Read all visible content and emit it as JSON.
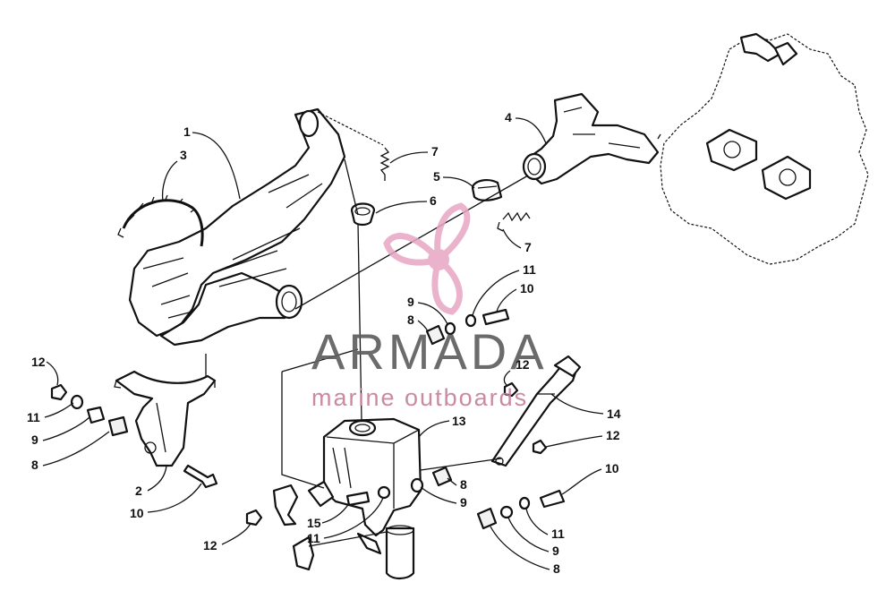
{
  "watermark": {
    "brand": "ARMADA",
    "tagline": "marine outboards",
    "logo_icon": "propeller-icon",
    "colors": {
      "logo": "#e7a6c3",
      "brand": "#5f5f5f",
      "tagline": "#c9849f"
    }
  },
  "callouts": {
    "c1": "1",
    "c2": "2",
    "c3": "3",
    "c4": "4",
    "c5": "5",
    "c6": "6",
    "c7a": "7",
    "c7b": "7",
    "c8a": "8",
    "c8b": "8",
    "c8c": "8",
    "c8d": "8",
    "c9a": "9",
    "c9b": "9",
    "c9c": "9",
    "c9d": "9",
    "c10a": "10",
    "c10b": "10",
    "c10c": "10",
    "c11a": "11",
    "c11b": "11",
    "c11c": "11",
    "c11d": "11",
    "c12a": "12",
    "c12b": "12",
    "c12c": "12",
    "c12d": "12",
    "c13": "13",
    "c14": "14",
    "c15": "15"
  }
}
